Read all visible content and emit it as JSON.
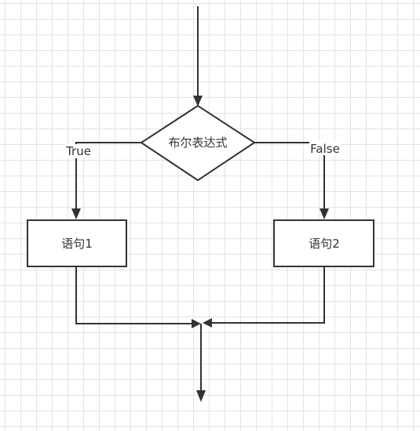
{
  "diagram": {
    "decision": {
      "label": "布尔表达式"
    },
    "true_branch": {
      "label": "True",
      "box_label": "语句1"
    },
    "false_branch": {
      "label": "False",
      "box_label": "语句2"
    }
  },
  "colors": {
    "stroke": "#333333",
    "grid": "#e3e3e3",
    "background": "#ffffff"
  }
}
